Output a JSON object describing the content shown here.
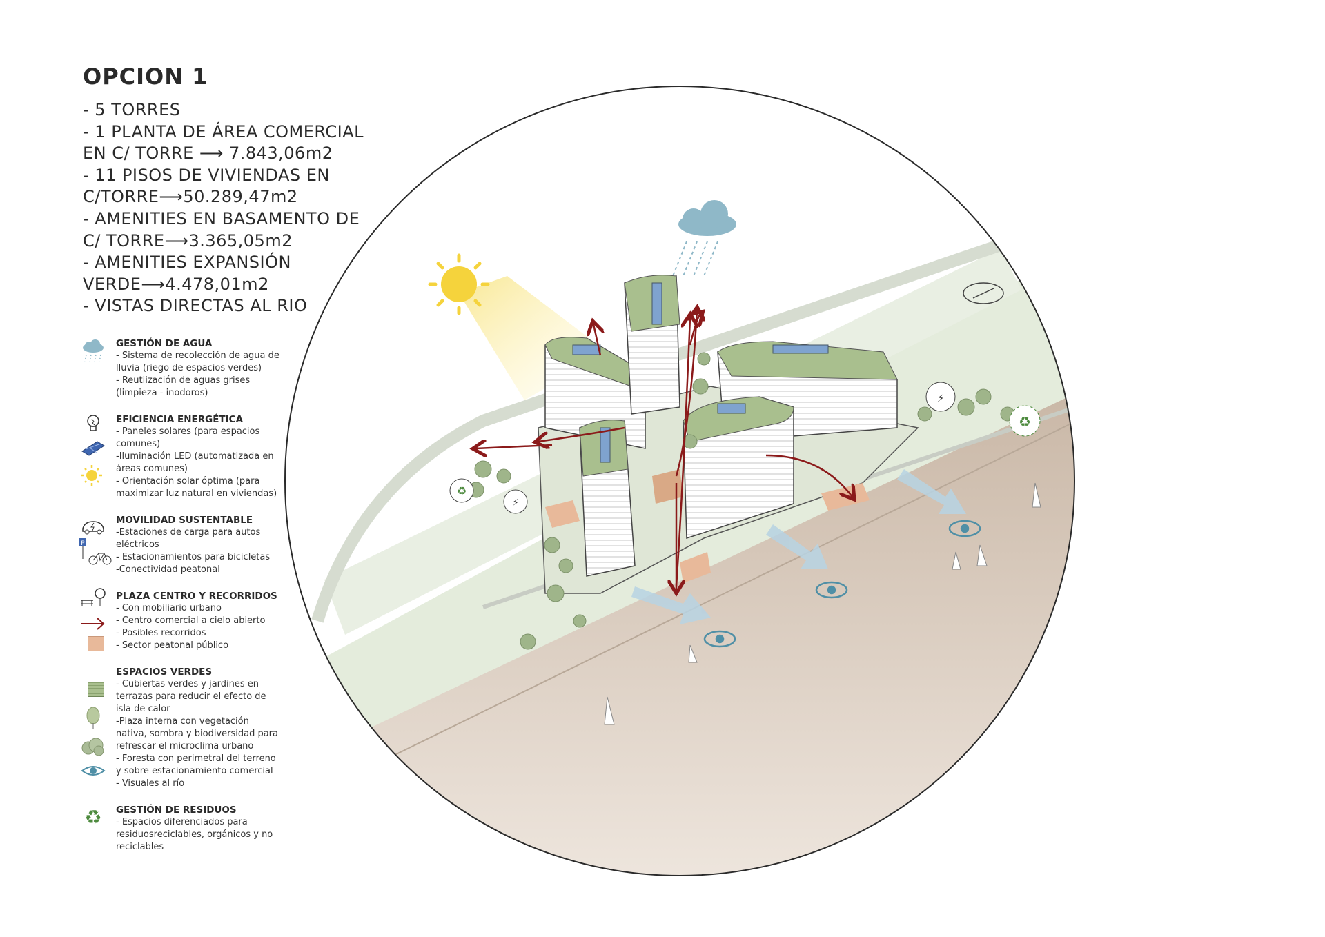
{
  "title": "OPCION 1",
  "summary": [
    "- 5 TORRES",
    "- 1 PLANTA DE ÁREA COMERCIAL",
    "EN C/ TORRE ⟶ 7.843,06m2",
    "- 11 PISOS DE VIVIENDAS EN",
    "C/TORRE⟶50.289,47m2",
    "- AMENITIES EN BASAMENTO DE",
    "C/ TORRE⟶3.365,05m2",
    "- AMENITIES EXPANSIÓN",
    "VERDE⟶4.478,01m2",
    "- VISTAS DIRECTAS AL RIO"
  ],
  "legend": {
    "agua": {
      "heading": "GESTIÓN DE AGUA",
      "lines": [
        "- Sistema de recolección de agua de",
        "lluvia (riego de espacios verdes)",
        "- Reutiización de aguas grises",
        "(limpieza - inodoros)"
      ]
    },
    "energia": {
      "heading": "EFICIENCIA ENERGÉTICA",
      "lines": [
        "- Paneles solares (para espacios",
        "comunes)",
        "-Iluminación LED (automatizada en",
        "áreas comunes)",
        "- Orientación solar óptima (para",
        "maximizar luz natural en viviendas)"
      ]
    },
    "movilidad": {
      "heading": "MOVILIDAD SUSTENTABLE",
      "lines": [
        "-Estaciones de carga para autos",
        "eléctricos",
        "- Estacionamientos para bicicletas",
        "-Conectividad peatonal"
      ]
    },
    "plaza": {
      "heading": "PLAZA CENTRO Y RECORRIDOS",
      "lines": [
        "- Con mobiliario urbano",
        "- Centro comercial a cielo abierto",
        "- Posibles recorridos",
        "- Sector peatonal público"
      ]
    },
    "verdes": {
      "heading": "ESPACIOS VERDES",
      "lines": [
        "- Cubiertas verdes y jardines en",
        "terrazas para reducir el efecto de",
        "isla de calor",
        "-Plaza interna con vegetación",
        "nativa, sombra y biodiversidad para",
        "refrescar el microclima urbano",
        "- Foresta con perimetral del terreno",
        "y sobre estacionamiento comercial",
        "- Visuales al río"
      ]
    },
    "residuos": {
      "heading": "GESTIÓN DE RESIDUOS",
      "lines": [
        "- Espacios diferenciados para",
        "residuosreciclables, orgánicos y no",
        "reciclables"
      ]
    }
  },
  "colors": {
    "route_arrow": "#8b1a1a",
    "view_arrow": "#9cc3d9",
    "green_roof": "#a9bf8e",
    "pedestrian_sector": "#e8b99a",
    "river": "#d8c8b8",
    "ground": "#e6eee0",
    "sun": "#f5d33c",
    "cloud": "#8fb8c8",
    "eye": "#4f8fa6"
  },
  "icons": [
    "cloud-rain-icon",
    "bulb-icon",
    "solar-panel-icon",
    "sun-icon",
    "ev-charging-icon",
    "parking-icon",
    "bicycle-icon",
    "bench-tree-icon",
    "route-arrow-icon",
    "pedestrian-swatch-icon",
    "green-roof-swatch-icon",
    "tree-icon",
    "bush-icon",
    "eye-icon",
    "recycle-icon"
  ]
}
